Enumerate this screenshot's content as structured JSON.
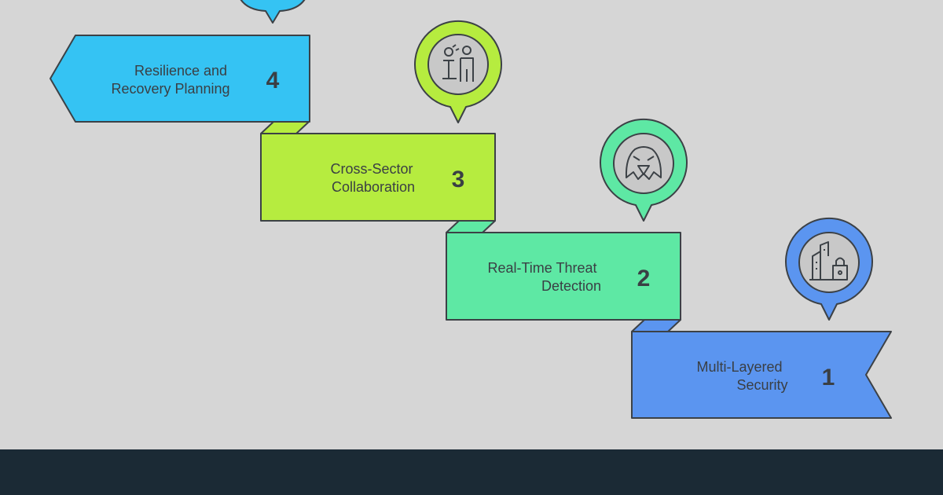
{
  "colors": {
    "background": "#d6d6d6",
    "footer": "#1b2a35",
    "outline": "#3c4146",
    "text": "#3a3f44",
    "step4": "#35c3f3",
    "step3": "#b6ec3f",
    "step2": "#5ee8a4",
    "step1": "#5b95f0"
  },
  "steps": [
    {
      "number": "4",
      "label_line1": "Resilience and",
      "label_line2": "Recovery Planning",
      "icon": "shield-icon (partially cropped)"
    },
    {
      "number": "3",
      "label_line1": "Cross-Sector",
      "label_line2": "Collaboration",
      "icon": "people-collaboration-icon"
    },
    {
      "number": "2",
      "label_line1": "Real-Time Threat",
      "label_line2": "Detection",
      "icon": "eagle-icon"
    },
    {
      "number": "1",
      "label_line1": "Multi-Layered",
      "label_line2": "Security",
      "icon": "buildings-lock-icon"
    }
  ]
}
